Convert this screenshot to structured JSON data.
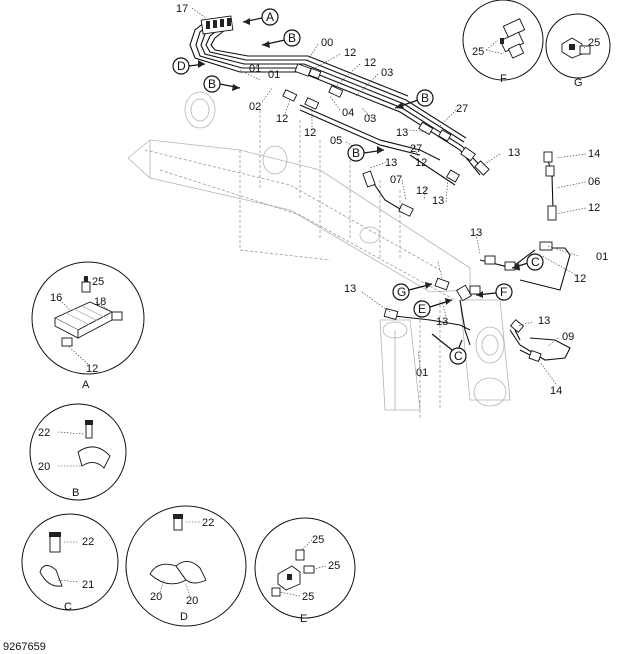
{
  "figure_id": "9267659",
  "callouts": {
    "c17": "17",
    "c00": "00",
    "c12a": "12",
    "c12b": "12",
    "c03a": "03",
    "c01a": "01",
    "c01b": "01",
    "c02": "02",
    "c12c": "12",
    "c12d": "12",
    "c04": "04",
    "c03b": "03",
    "c27a": "27",
    "c13a": "13",
    "c05": "05",
    "c27b": "27",
    "c12e": "12",
    "c13b": "13",
    "c07": "07",
    "c12f": "12",
    "c13c": "13",
    "c13d": "13",
    "c14a": "14",
    "c06": "06",
    "c12g": "12",
    "c13e": "13",
    "c01c": "01",
    "c12h": "12",
    "c13f": "13",
    "c13g": "13",
    "c13h": "13",
    "c09": "09",
    "c01d": "01",
    "c14b": "14"
  },
  "view_badges": {
    "A": "A",
    "B1": "B",
    "D": "D",
    "B2": "B",
    "B3": "B",
    "B4": "B",
    "C1": "C",
    "G": "G",
    "E": "E",
    "F": "F",
    "C2": "C"
  },
  "details": {
    "A": {
      "caption": "A",
      "labels": [
        "25",
        "16",
        "18",
        "12"
      ]
    },
    "B": {
      "caption": "B",
      "labels": [
        "22",
        "20"
      ]
    },
    "C": {
      "caption": "C",
      "labels": [
        "22",
        "21"
      ]
    },
    "D": {
      "caption": "D",
      "labels": [
        "22",
        "20",
        "20"
      ]
    },
    "E": {
      "caption": "E",
      "labels": [
        "25",
        "25",
        "25"
      ]
    },
    "F": {
      "caption": "F",
      "labels": [
        "25"
      ]
    },
    "G": {
      "caption": "G",
      "labels": [
        "25"
      ]
    }
  }
}
